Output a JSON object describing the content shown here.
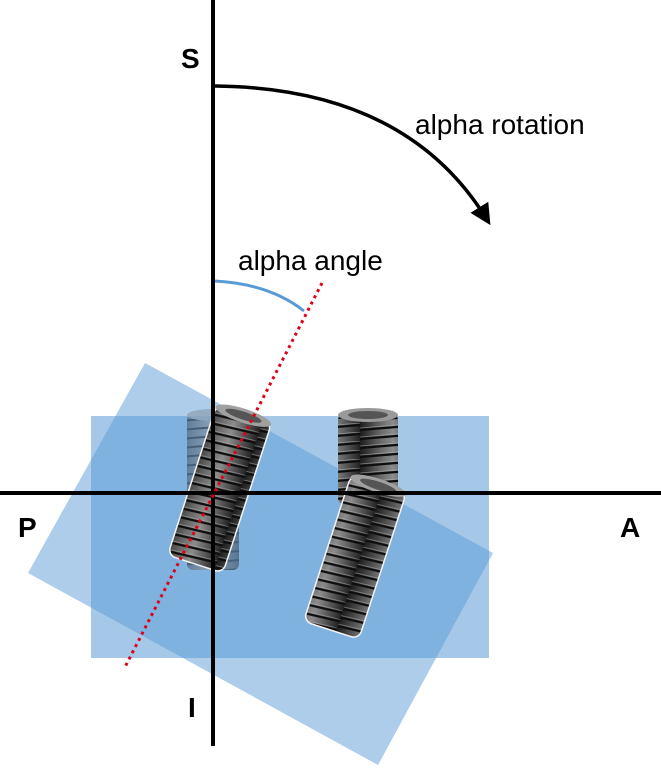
{
  "labels": {
    "superior": "S",
    "inferior": "I",
    "posterior": "P",
    "anterior": "A",
    "rotation": "alpha rotation",
    "angle": "alpha angle"
  },
  "colors": {
    "axis": "#000000",
    "plane": "#5b9bd5",
    "angle_arc": "#5b9bd5",
    "implant_axis": "#e0001b",
    "implant": "#3a3a3a"
  },
  "implants": {
    "count_shown": 4,
    "tilted_description": "implants tilted by alpha angle"
  }
}
